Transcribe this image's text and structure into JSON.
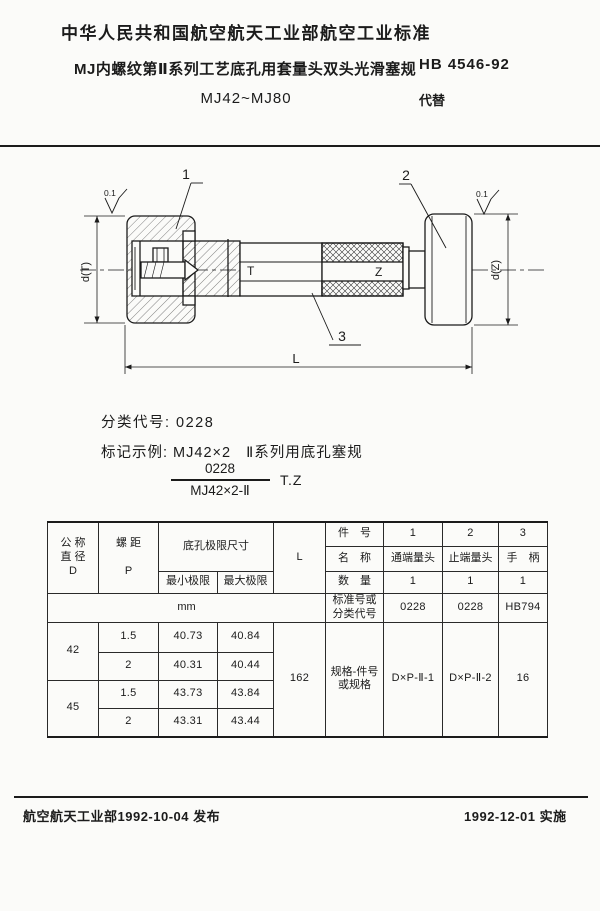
{
  "header": {
    "authority": "中华人民共和国航空航天工业部航空工业标准",
    "title": "MJ内螺纹第Ⅱ系列工艺底孔用套量头双头光滑塞规",
    "code": "HB 4546-92",
    "range": "MJ42~MJ80",
    "supersedes": "代替"
  },
  "drawing": {
    "part_labels": {
      "go_head": "1",
      "nogo_head": "2",
      "handle": "3"
    },
    "dim_labels": {
      "dt": "d(T)",
      "dz": "d(Z)",
      "length": "L",
      "go": "T",
      "nogo": "Z"
    },
    "roughness": "0.1"
  },
  "classification": {
    "code_line": "分类代号: 0228",
    "example_line": "标记示例: MJ42×2   Ⅱ系列用底孔塞规",
    "numerator": "0228",
    "denominator": "MJ42×2-Ⅱ",
    "suffix": "T.Z"
  },
  "table": {
    "headers": {
      "d": "公 称\n直 径\nD",
      "p": "螺 距\n\nP",
      "hole": "底孔极限尺寸",
      "min": "最小极限",
      "max": "最大极限",
      "l": "L",
      "unit": "mm"
    },
    "parts": {
      "row_labels": {
        "no": "件　号",
        "name": "名　称",
        "qty": "数　量",
        "std": "标准号或\n分类代号",
        "spec": "规格-件号\n或规格"
      },
      "columns": [
        {
          "no": "1",
          "name": "通端量头",
          "qty": "1",
          "std": "0228",
          "spec": "D×P-Ⅱ-1"
        },
        {
          "no": "2",
          "name": "止端量头",
          "qty": "1",
          "std": "0228",
          "spec": "D×P-Ⅱ-2"
        },
        {
          "no": "3",
          "name": "手　柄",
          "qty": "1",
          "std": "HB794",
          "spec": "16"
        }
      ]
    },
    "rows": [
      {
        "d": "42",
        "p": "1.5",
        "min": "40.73",
        "max": "40.84"
      },
      {
        "p": "2",
        "min": "40.31",
        "max": "40.44"
      },
      {
        "d": "45",
        "p": "1.5",
        "min": "43.73",
        "max": "43.84"
      },
      {
        "p": "2",
        "min": "43.31",
        "max": "43.44"
      }
    ],
    "l_value": "162"
  },
  "footer": {
    "issue": "航空航天工业部1992-10-04 发布",
    "implement": "1992-12-01 实施"
  }
}
